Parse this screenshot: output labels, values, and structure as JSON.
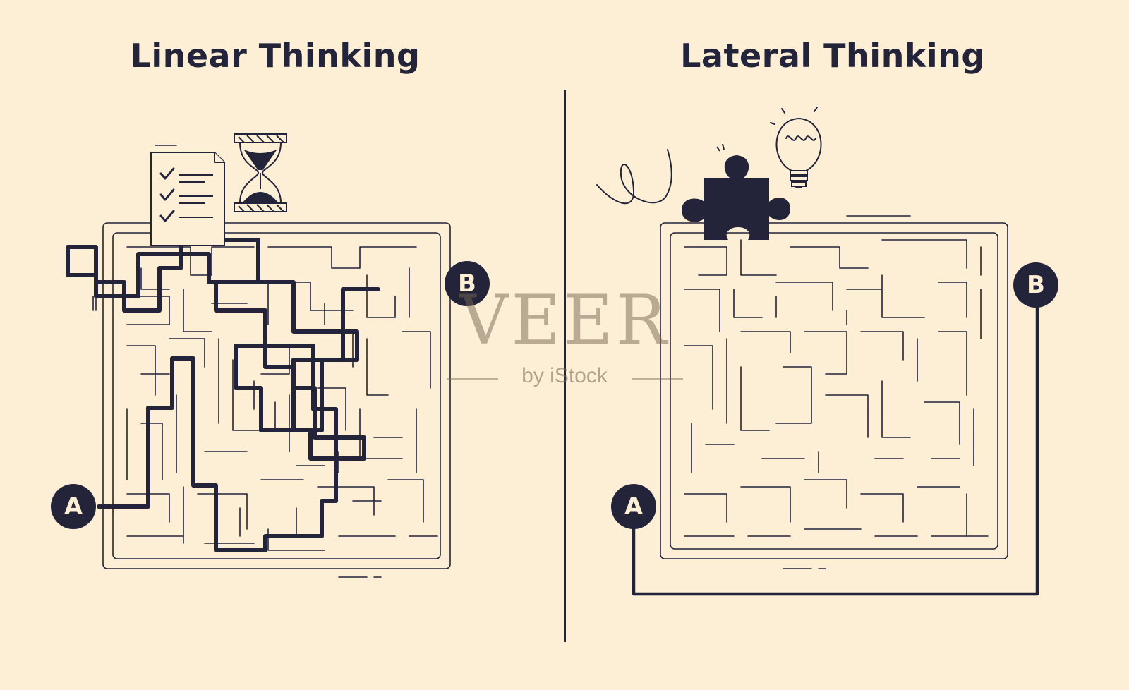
{
  "titles": {
    "left": "Linear Thinking",
    "right": "Lateral Thinking"
  },
  "nodes": {
    "start": "A",
    "end": "B"
  },
  "watermark": {
    "main": "VEER",
    "sub": "by iStock"
  },
  "icons": {
    "left": [
      "checklist-icon",
      "hourglass-icon"
    ],
    "right": [
      "scribble-icon",
      "puzzle-piece-icon",
      "lightbulb-icon"
    ]
  },
  "colors": {
    "background": "#fdefd6",
    "ink": "#23243a"
  }
}
